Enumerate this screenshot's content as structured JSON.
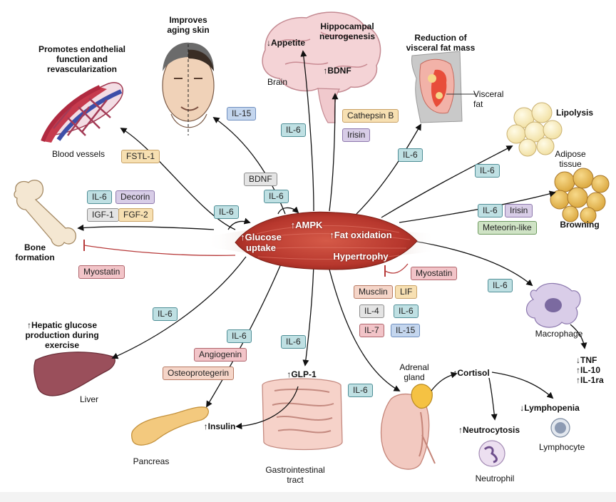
{
  "colors": {
    "muscle": "#c8463a",
    "arrow": "#111111",
    "inhibit": "#b73a3a",
    "il_box": "#bfe0e3"
  },
  "muscle": {
    "glucose": "↑Glucose\nuptake",
    "ampk": "↑AMPK",
    "fat_oxidation": "↑Fat oxidation",
    "hypertrophy": "Hypertrophy"
  },
  "labels": {
    "endothelial": "Promotes endothelial\nfunction and\nrevascularization",
    "blood_vessels": "Blood vessels",
    "aging_skin": "Improves\naging skin",
    "appetite": "↓Appetite",
    "hippocampal": "Hippocampal\nneurogenesis",
    "bdnf_brain": "↑BDNF",
    "brain": "Brain",
    "visceral_title": "Reduction of\nvisceral fat mass",
    "visceral_fat": "Visceral\nfat",
    "lipolysis": "Lipolysis",
    "adipose": "Adipose\ntissue",
    "browning": "Browning",
    "bone": "Bone\nformation",
    "macrophage": "Macrophage",
    "cytokines": "↓TNF\n↑IL-10\n↑IL-1ra",
    "hepatic": "↑Hepatic glucose\nproduction during\nexercise",
    "liver": "Liver",
    "insulin": "↑Insulin",
    "pancreas": "Pancreas",
    "glp1": "↑GLP-1",
    "gi": "Gastrointestinal\ntract",
    "adrenal": "Adrenal\ngland",
    "cortisol": "↑Cortisol",
    "neutrocytosis": "↑Neutrocytosis",
    "lymphopenia": "↓Lymphopenia",
    "lymphocyte": "Lymphocyte",
    "neutrophil": "Neutrophil"
  },
  "boxes": {
    "il15_skin": "IL-15",
    "il6_brain": "IL-6",
    "cathepsin": "Cathepsin B",
    "irisin_brain": "Irisin",
    "il6_visceral": "IL-6",
    "fstl1": "FSTL-1",
    "bdnf": "BDNF",
    "il6_ampk": "IL-6",
    "il6_lipolysis": "IL-6",
    "il6_bone": "IL-6",
    "decorin": "Decorin",
    "igf1": "IGF-1",
    "fgf2": "FGF-2",
    "il6_glucose": "IL-6",
    "il6_browning": "IL-6",
    "irisin_browning": "Irisin",
    "meteorin": "Meteorin-like",
    "myostatin_bone": "Myostatin",
    "myostatin_hyper": "Myostatin",
    "il6_macrophage": "IL-6",
    "musclin": "Musclin",
    "lif": "LIF",
    "il4": "IL-4",
    "il6_hyper": "IL-6",
    "il7": "IL-7",
    "il15_hyper": "IL-15",
    "il6_liver": "IL-6",
    "il6_pancreas": "IL-6",
    "angiogenin": "Angiogenin",
    "osteoprotegerin": "Osteoprotegerin",
    "il6_gi": "IL-6",
    "il6_adrenal": "IL-6"
  }
}
